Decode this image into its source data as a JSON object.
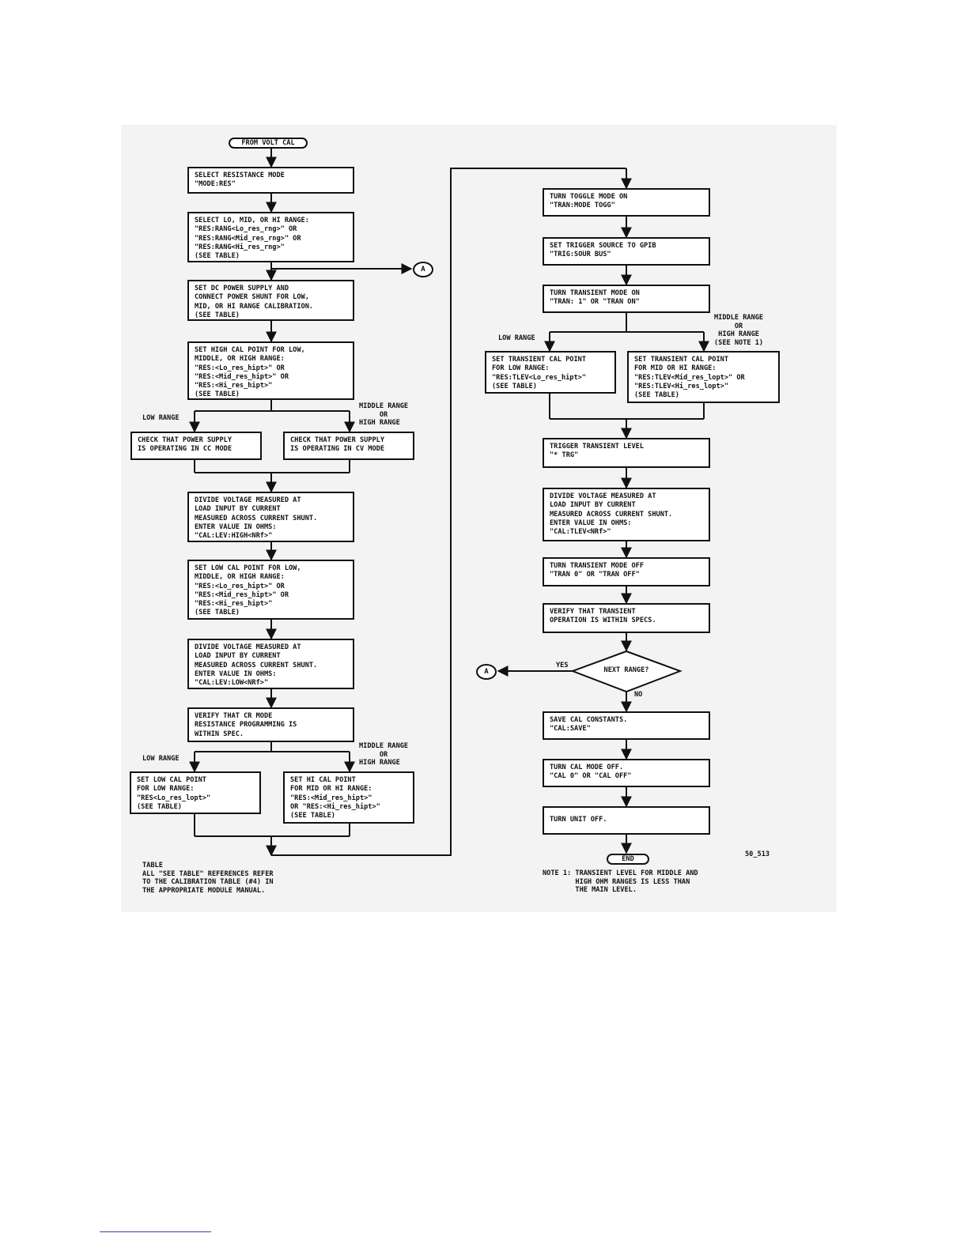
{
  "diagram": {
    "start": "FROM VOLT CAL",
    "end": "END",
    "connector": "A",
    "figure_id": "50_513",
    "left_column": {
      "select_mode": "SELECT RESISTANCE MODE\n\"MODE:RES\"",
      "select_range": "SELECT LO, MID, OR HI RANGE:\n\"RES:RANG<Lo_res_rng>\" OR\n\"RES:RANG<Mid_res_rng>\" OR\n\"RES:RANG<Hi_res_rng>\"\n(SEE TABLE)",
      "set_power": "SET DC POWER SUPPLY AND\nCONNECT POWER SHUNT FOR LOW,\nMID, OR HI RANGE CALIBRATION.\n(SEE TABLE)",
      "set_high_cal": "SET HIGH CAL POINT FOR LOW,\nMIDDLE, OR HIGH RANGE:\n\"RES:<Lo_res_hipt>\" OR\n\"RES:<Mid_res_hipt>\" OR\n\"RES:<Hi_res_hipt>\"\n(SEE TABLE)",
      "low_range_label": "LOW RANGE",
      "mid_high_label": "MIDDLE RANGE\n     OR\nHIGH RANGE",
      "check_cc": "CHECK THAT POWER SUPPLY\nIS OPERATING IN CC MODE",
      "check_cv": "CHECK THAT POWER SUPPLY\nIS OPERATING IN CV MODE",
      "divide_high": "DIVIDE VOLTAGE MEASURED AT\nLOAD INPUT BY CURRENT\nMEASURED ACROSS CURRENT SHUNT.\nENTER VALUE IN OHMS:\n\"CAL:LEV:HIGH<NRf>\"",
      "set_low_cal": "SET LOW CAL POINT FOR LOW,\nMIDDLE, OR HIGH RANGE:\n\"RES:<Lo_res_hipt>\" OR\n\"RES:<Mid_res_hipt>\" OR\n\"RES:<Hi_res_hipt>\"\n(SEE TABLE)",
      "divide_low": "DIVIDE VOLTAGE MEASURED AT\nLOAD INPUT BY CURRENT\nMEASURED ACROSS CURRENT SHUNT.\nENTER VALUE IN OHMS:\n\"CAL:LEV:LOW<NRf>\"",
      "verify_cr": "VERIFY THAT CR MODE\nRESISTANCE PROGRAMMING IS\nWITHIN SPEC.",
      "set_low_point": "SET LOW CAL POINT\nFOR LOW RANGE:\n\"RES<Lo_res_lopt>\"\n(SEE TABLE)",
      "set_hi_point": "SET HI CAL POINT\nFOR MID OR HI RANGE:\n\"RES:<Mid_res_hipt>\"\nOR \"RES:<Hi_res_hipt>\"\n(SEE TABLE)",
      "table_note": "TABLE\nALL \"SEE TABLE\" REFERENCES REFER\nTO THE CALIBRATION TABLE (#4) IN\nTHE APPROPRIATE MODULE MANUAL."
    },
    "right_column": {
      "toggle_on": "TURN TOGGLE MODE ON\n\"TRAN:MODE TOGG\"",
      "trigger_source": "SET TRIGGER SOURCE TO GPIB\n\"TRIG:SOUR BUS\"",
      "transient_on": "TURN TRANSIENT MODE ON\n\"TRAN: 1\" OR \"TRAN ON\"",
      "low_range_label": "LOW RANGE",
      "mid_high_label": "MIDDLE RANGE\n     OR\n HIGH RANGE\n(SEE NOTE 1)",
      "transient_low": "SET TRANSIENT CAL POINT\nFOR LOW RANGE:\n\"RES:TLEV<Lo_res_hipt>\"\n(SEE TABLE)",
      "transient_midhi": "SET TRANSIENT CAL POINT\nFOR MID OR HI RANGE:\n\"RES:TLEV<Mid_res_lopt>\" OR\n\"RES:TLEV<Hi_res_lopt>\"\n(SEE TABLE)",
      "trigger_level": "TRIGGER TRANSIENT LEVEL\n\"* TRG\"",
      "divide_tlev": "DIVIDE VOLTAGE MEASURED AT\nLOAD INPUT BY CURRENT\nMEASURED ACROSS CURRENT SHUNT.\nENTER VALUE IN OHMS:\n\"CAL:TLEV<NRf>\"",
      "transient_off": "TURN TRANSIENT MODE OFF\n\"TRAN 0\" OR \"TRAN OFF\"",
      "verify_transient": "VERIFY THAT TRANSIENT\nOPERATION IS WITHIN SPECS.",
      "decision": "NEXT RANGE?",
      "yes": "YES",
      "no": "NO",
      "save": "SAVE CAL CONSTANTS.\n\"CAL:SAVE\"",
      "cal_off": "TURN CAL MODE OFF.\n\"CAL 0\" OR \"CAL OFF\"",
      "unit_off": "TURN UNIT OFF.",
      "note": "NOTE 1: TRANSIENT LEVEL FOR MIDDLE AND\n        HIGH OHM RANGES IS LESS THAN\n        THE MAIN LEVEL."
    }
  }
}
